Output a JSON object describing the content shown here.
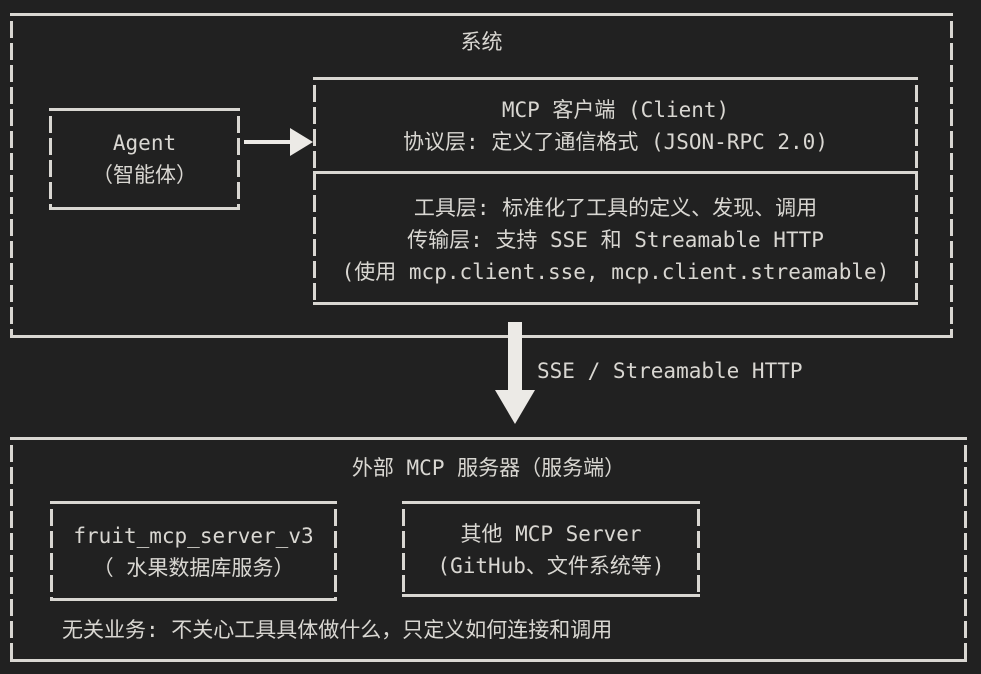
{
  "colors": {
    "background": "#212121",
    "foreground": "#d9d7d2",
    "arrow": "#eceae6"
  },
  "system_box": {
    "title": "系统",
    "agent_box": {
      "name": "Agent",
      "subtitle": "（智能体）"
    },
    "client_box": {
      "title": "MCP 客户端 (Client)",
      "protocol_layer": "协议层: 定义了通信格式 (JSON-RPC 2.0)",
      "tool_layer": "工具层: 标准化了工具的定义、发现、调用",
      "transport_layer": "传输层: 支持 SSE 和 Streamable HTTP",
      "usage_note": "(使用 mcp.client.sse, mcp.client.streamable)"
    }
  },
  "connection": {
    "label": "SSE / Streamable HTTP"
  },
  "server_box": {
    "title": "外部 MCP 服务器（服务端）",
    "fruit_server_box": {
      "name": "fruit_mcp_server_v3",
      "subtitle": "（ 水果数据库服务）"
    },
    "other_server_box": {
      "name": "其他 MCP Server",
      "subtitle": "(GitHub、文件系统等)"
    },
    "note": "无关业务: 不关心工具具体做什么，只定义如何连接和调用"
  }
}
